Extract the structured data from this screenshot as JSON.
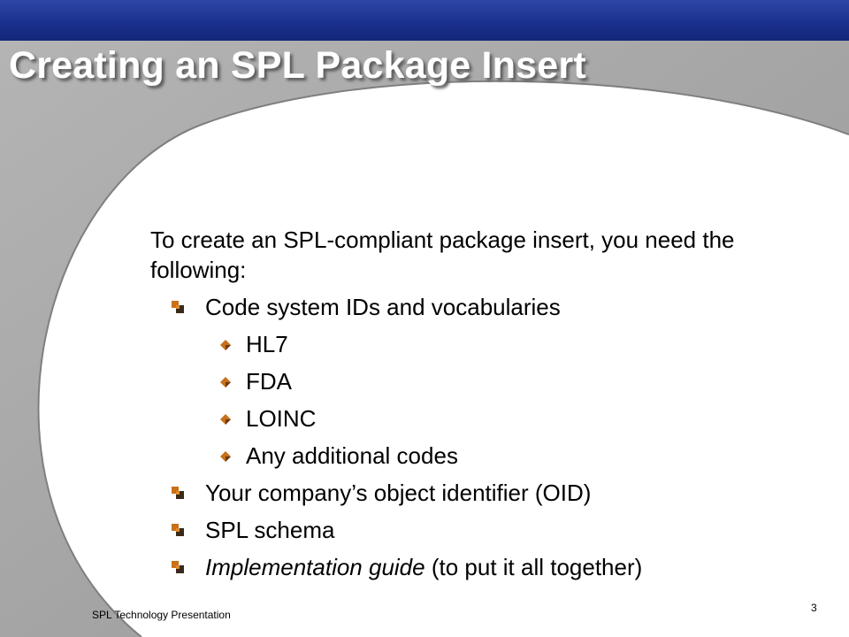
{
  "slide": {
    "title": "Creating an SPL Package Insert",
    "intro": "To create an SPL-compliant package insert, you need the following:",
    "items": [
      {
        "level": 1,
        "text": "Code system IDs and vocabularies"
      },
      {
        "level": 2,
        "text": "HL7"
      },
      {
        "level": 2,
        "text": "FDA"
      },
      {
        "level": 2,
        "text": "LOINC"
      },
      {
        "level": 2,
        "text": "Any additional codes"
      },
      {
        "level": 1,
        "text": "Your company’s object identifier (OID)"
      },
      {
        "level": 1,
        "text": "SPL schema"
      },
      {
        "level": 1,
        "italic": "Implementation guide",
        "text": " (to put it all together)"
      }
    ],
    "footer": "SPL Technology Presentation",
    "page_number": "3"
  },
  "colors": {
    "top_bar": "#1a2f8c",
    "gray_background": "#a6a6a6",
    "bullet_orange": "#c8701a",
    "bullet_dark": "#3a2a1a"
  },
  "icons": {
    "level1_bullet": "square-bullet-icon",
    "level2_bullet": "diamond-bullet-icon"
  }
}
